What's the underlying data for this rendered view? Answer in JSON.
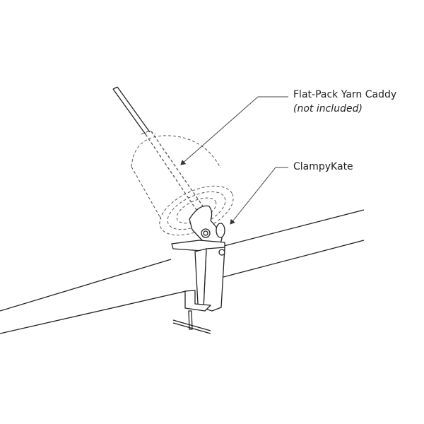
{
  "labels": {
    "caddy": "Flat-Pack Yarn Caddy",
    "caddy_note": "(not included)",
    "clamp": "ClampyKate"
  },
  "colors": {
    "line": "#222222",
    "leader": "#444444"
  }
}
